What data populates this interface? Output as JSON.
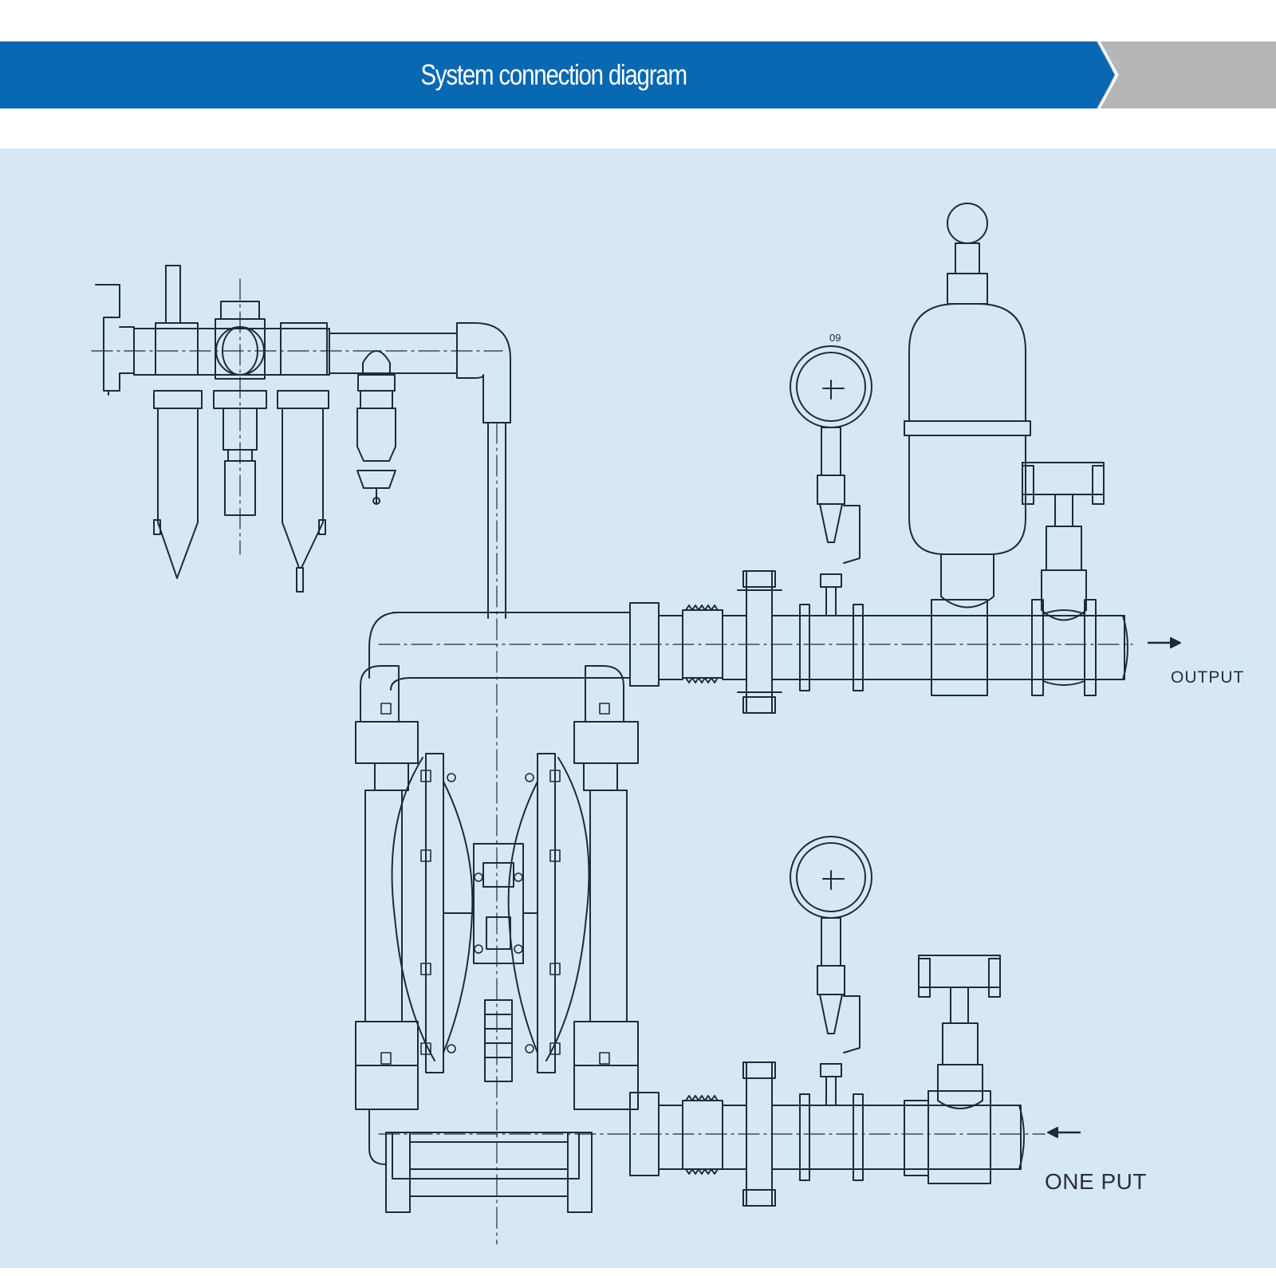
{
  "header": {
    "title": "System connection diagram"
  },
  "labels": {
    "output": "OUTPUT",
    "input": "ONE PUT"
  },
  "colors": {
    "banner_blue": "#0868b2",
    "banner_gray": "#b4b6b8",
    "panel_bg": "#d6e8f6",
    "line": "#1f2a3a"
  },
  "icons": [
    "flow-arrow-right-icon",
    "flow-arrow-left-icon",
    "pressure-gauge-icon"
  ]
}
